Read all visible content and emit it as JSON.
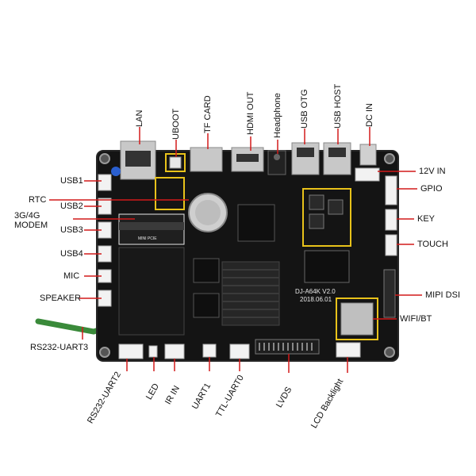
{
  "colors": {
    "pcb": "#141414",
    "pcb_edge": "#262626",
    "silkscreen": "#e8e8e8",
    "highlight": "#e8c21a",
    "leader": "#d21a1a",
    "label": "#111111",
    "connector_white": "#f2f2f2",
    "metal": "#c8c8c8",
    "antenna": "#3a8a3a"
  },
  "board": {
    "model": "DJ-A64K V2.0",
    "date": "2018.06.01",
    "mini_pcie": "MINI PCIE"
  },
  "labels": {
    "lan": "LAN",
    "uboot": "UBOOT",
    "tf_card": "TF CARD",
    "hdmi_out": "HDMI OUT",
    "headphone": "Headphone",
    "usb_otg": "USB OTG",
    "usb_host": "USB HOST",
    "dc_in": "DC IN",
    "usb1": "USB1",
    "rtc": "RTC",
    "usb2": "USB2",
    "modem_line1": "3G/4G",
    "modem_line2": "MODEM",
    "usb3": "USB3",
    "usb4": "USB4",
    "mic": "MIC",
    "speaker": "SPEAKER",
    "rs232_uart3": "RS232-UART3",
    "v12_in": "12V IN",
    "gpio": "GPIO",
    "key": "KEY",
    "touch": "TOUCH",
    "mipi_dsi": "MIPI DSI",
    "wifi_bt": "WIFI/BT",
    "rs232_uart2": "RS232-UART2",
    "led": "LED",
    "ir_in": "IR IN",
    "uart1": "UART1",
    "ttl_uart0": "TTL-UART0",
    "lvds": "LVDS",
    "lcd_backlight": "LCD Backlight"
  }
}
